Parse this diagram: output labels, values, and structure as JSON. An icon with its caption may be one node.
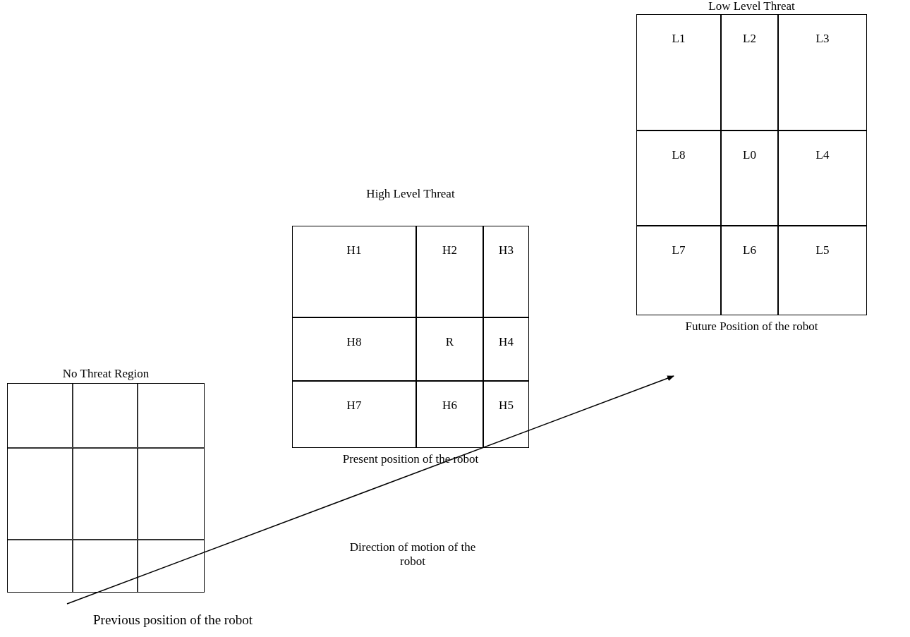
{
  "diagram": {
    "nodes": [
      {
        "text": [
          "Low Level Threat"
        ],
        "beside": [
          "Future Position of the robot"
        ]
      },
      {
        "text": [
          "L1"
        ],
        "in": 0
      },
      {
        "text": [
          "L2"
        ],
        "in": 0
      },
      {
        "text": [
          "L3"
        ],
        "in": 0
      },
      {
        "text": [
          "L8"
        ],
        "in": 0
      },
      {
        "text": [
          "L0"
        ],
        "in": 0
      },
      {
        "text": [
          "L4"
        ],
        "in": 0
      },
      {
        "text": [
          "L7"
        ],
        "in": 0
      },
      {
        "text": [
          "L6"
        ],
        "in": 0
      },
      {
        "text": [
          "L5"
        ],
        "in": 0
      },
      {
        "text": [
          "High Level Threat"
        ],
        "beside": [
          "Present position of the robot"
        ]
      },
      {
        "text": [
          "H1"
        ],
        "in": 10
      },
      {
        "text": [
          "H2"
        ],
        "in": 10
      },
      {
        "text": [
          "H3"
        ],
        "in": 10
      },
      {
        "text": [
          "H8"
        ],
        "in": 10
      },
      {
        "text": [
          "R"
        ],
        "in": 10
      },
      {
        "text": [
          "H4"
        ],
        "in": 10
      },
      {
        "text": [
          "H7"
        ],
        "in": 10
      },
      {
        "text": [
          "H6"
        ],
        "in": 10
      },
      {
        "text": [
          "H5"
        ],
        "in": 10
      },
      {
        "text": [
          "No Threat Region"
        ]
      },
      {
        "text": [],
        "shape": "box",
        "in": 20
      },
      {
        "text": [],
        "shape": "box",
        "in": 20
      },
      {
        "text": [],
        "shape": "box",
        "in": 20
      },
      {
        "text": [],
        "shape": "box",
        "in": 20
      },
      {
        "text": [],
        "shape": "box",
        "in": 20
      },
      {
        "text": [],
        "shape": "box",
        "in": 20
      },
      {
        "text": [],
        "shape": "box",
        "in": 20
      },
      {
        "text": [],
        "shape": "box",
        "in": 20
      },
      {
        "text": [],
        "shape": "box",
        "in": 20
      }
    ],
    "edges": [],
    "labels": [
      "Direction of motion of the robot",
      "Previous position of the robot"
    ]
  }
}
